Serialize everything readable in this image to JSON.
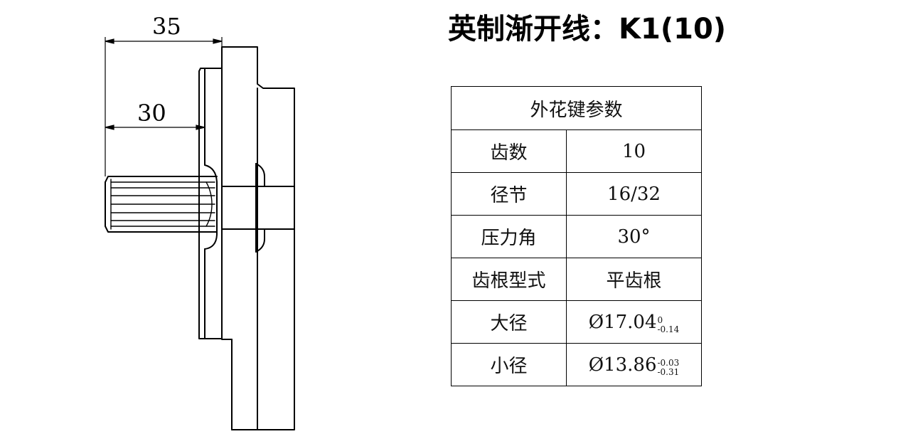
{
  "dimensions": {
    "overall_length": "35",
    "spline_length": "30"
  },
  "title": "英制渐开线：K1(10)",
  "table": {
    "header": "外花键参数",
    "rows": [
      {
        "label": "齿数",
        "value": "10"
      },
      {
        "label": "径节",
        "value": "16/32"
      },
      {
        "label": "压力角",
        "value": "30°"
      },
      {
        "label": "齿根型式",
        "value": "平齿根"
      },
      {
        "label": "大径",
        "value": "Ø17.04",
        "tol_upper": "0",
        "tol_lower": "-0.14"
      },
      {
        "label": "小径",
        "value": "Ø13.86",
        "tol_upper": "-0.03",
        "tol_lower": "-0.31"
      }
    ]
  }
}
